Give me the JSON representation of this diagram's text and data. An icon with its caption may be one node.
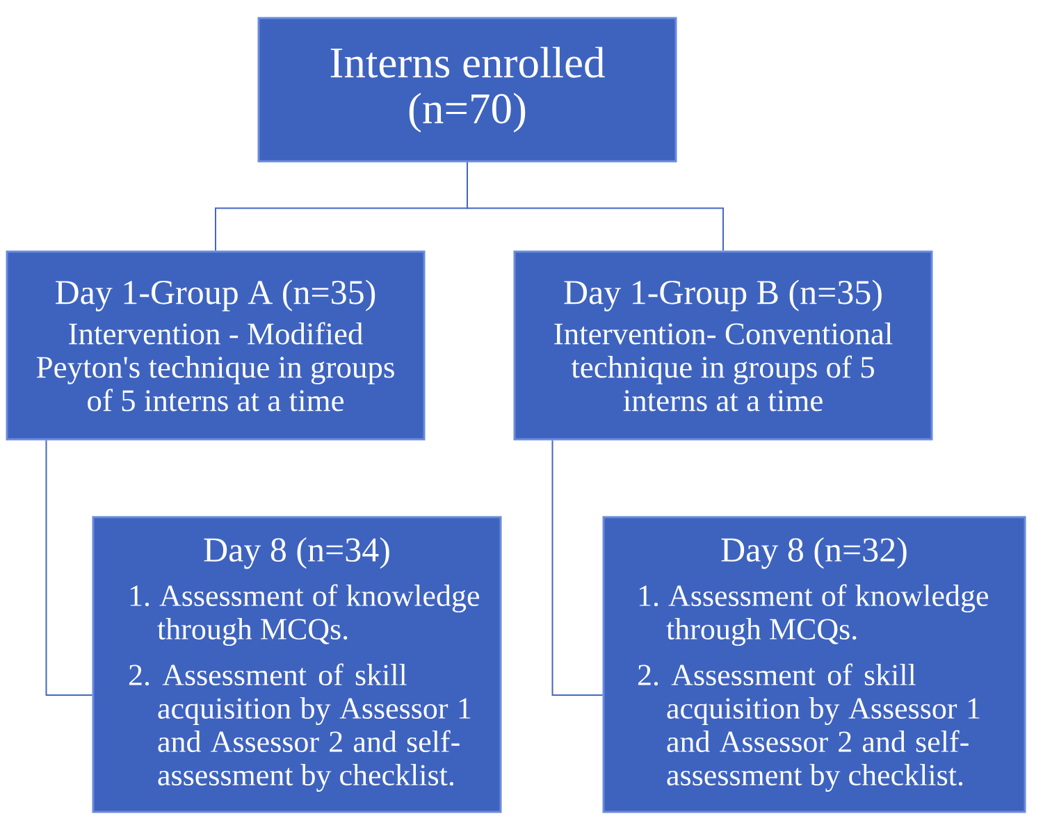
{
  "diagram": {
    "nodes": [
      {
        "text": [
          "Interns enrolled (n=70)"
        ]
      },
      {
        "text": [
          "Day 1-Group A (n=35)",
          "Intervention - Modified Peyton's technique in groups of 5 interns at a time"
        ]
      },
      {
        "text": [
          "Day 1-Group B (n=35)",
          "Intervention- Conventional technique in groups of 5 interns at a time"
        ]
      },
      {
        "text": [
          "Day 8 (n=34)",
          "1. Assessment of knowledge through MCQs.",
          "2. Assessment of skill acquisition by Assessor 1 and Assessor 2 and self-assessment by checklist."
        ]
      },
      {
        "text": [
          "Day 8 (n=32)",
          "1. Assessment of knowledge through MCQs.",
          "2. Assessment of skill acquisition by Assessor 1 and Assessor 2 and self-assessment by checklist."
        ]
      }
    ],
    "edges": [
      {
        "from": 0,
        "to": 1,
        "arrow": "none"
      },
      {
        "from": 0,
        "to": 2,
        "arrow": "none"
      },
      {
        "from": 1,
        "to": 3,
        "arrow": "none"
      },
      {
        "from": 2,
        "to": 4,
        "arrow": "none"
      }
    ]
  }
}
